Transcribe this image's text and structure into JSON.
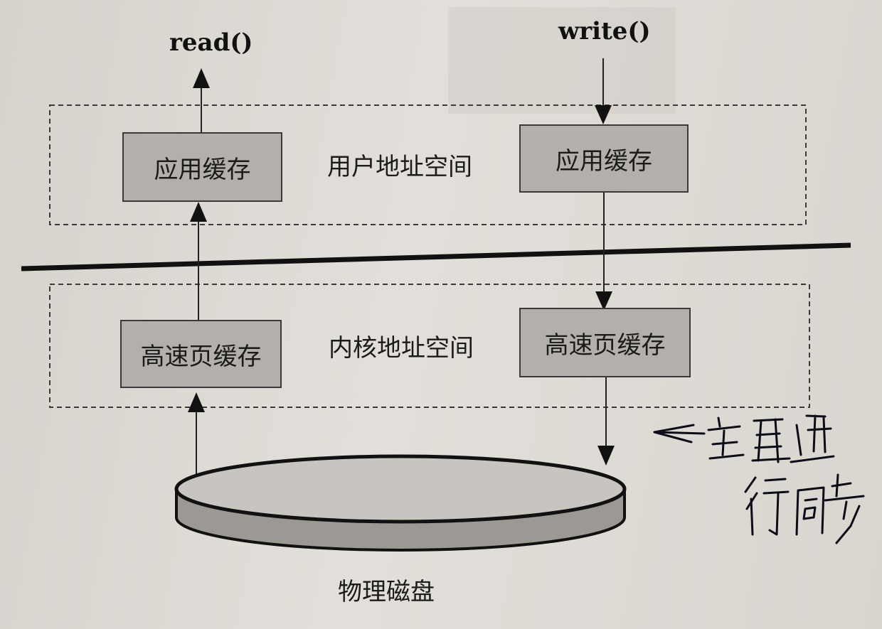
{
  "functions": {
    "read": "read()",
    "write": "write()"
  },
  "user_space": {
    "label": "用户地址空间",
    "left_box": "应用缓存",
    "right_box": "应用缓存"
  },
  "kernel_space": {
    "label": "内核地址空间",
    "left_box": "高速页缓存",
    "right_box": "高速页缓存"
  },
  "disk": {
    "label": "物理磁盘"
  },
  "annotation": {
    "arrow": "←",
    "text": "定期进行同步"
  },
  "colors": {
    "box_fill": "#b3afab",
    "disk_top": "#c8c5c1",
    "disk_side": "#9c9893",
    "ink": "#1b1b1b"
  }
}
